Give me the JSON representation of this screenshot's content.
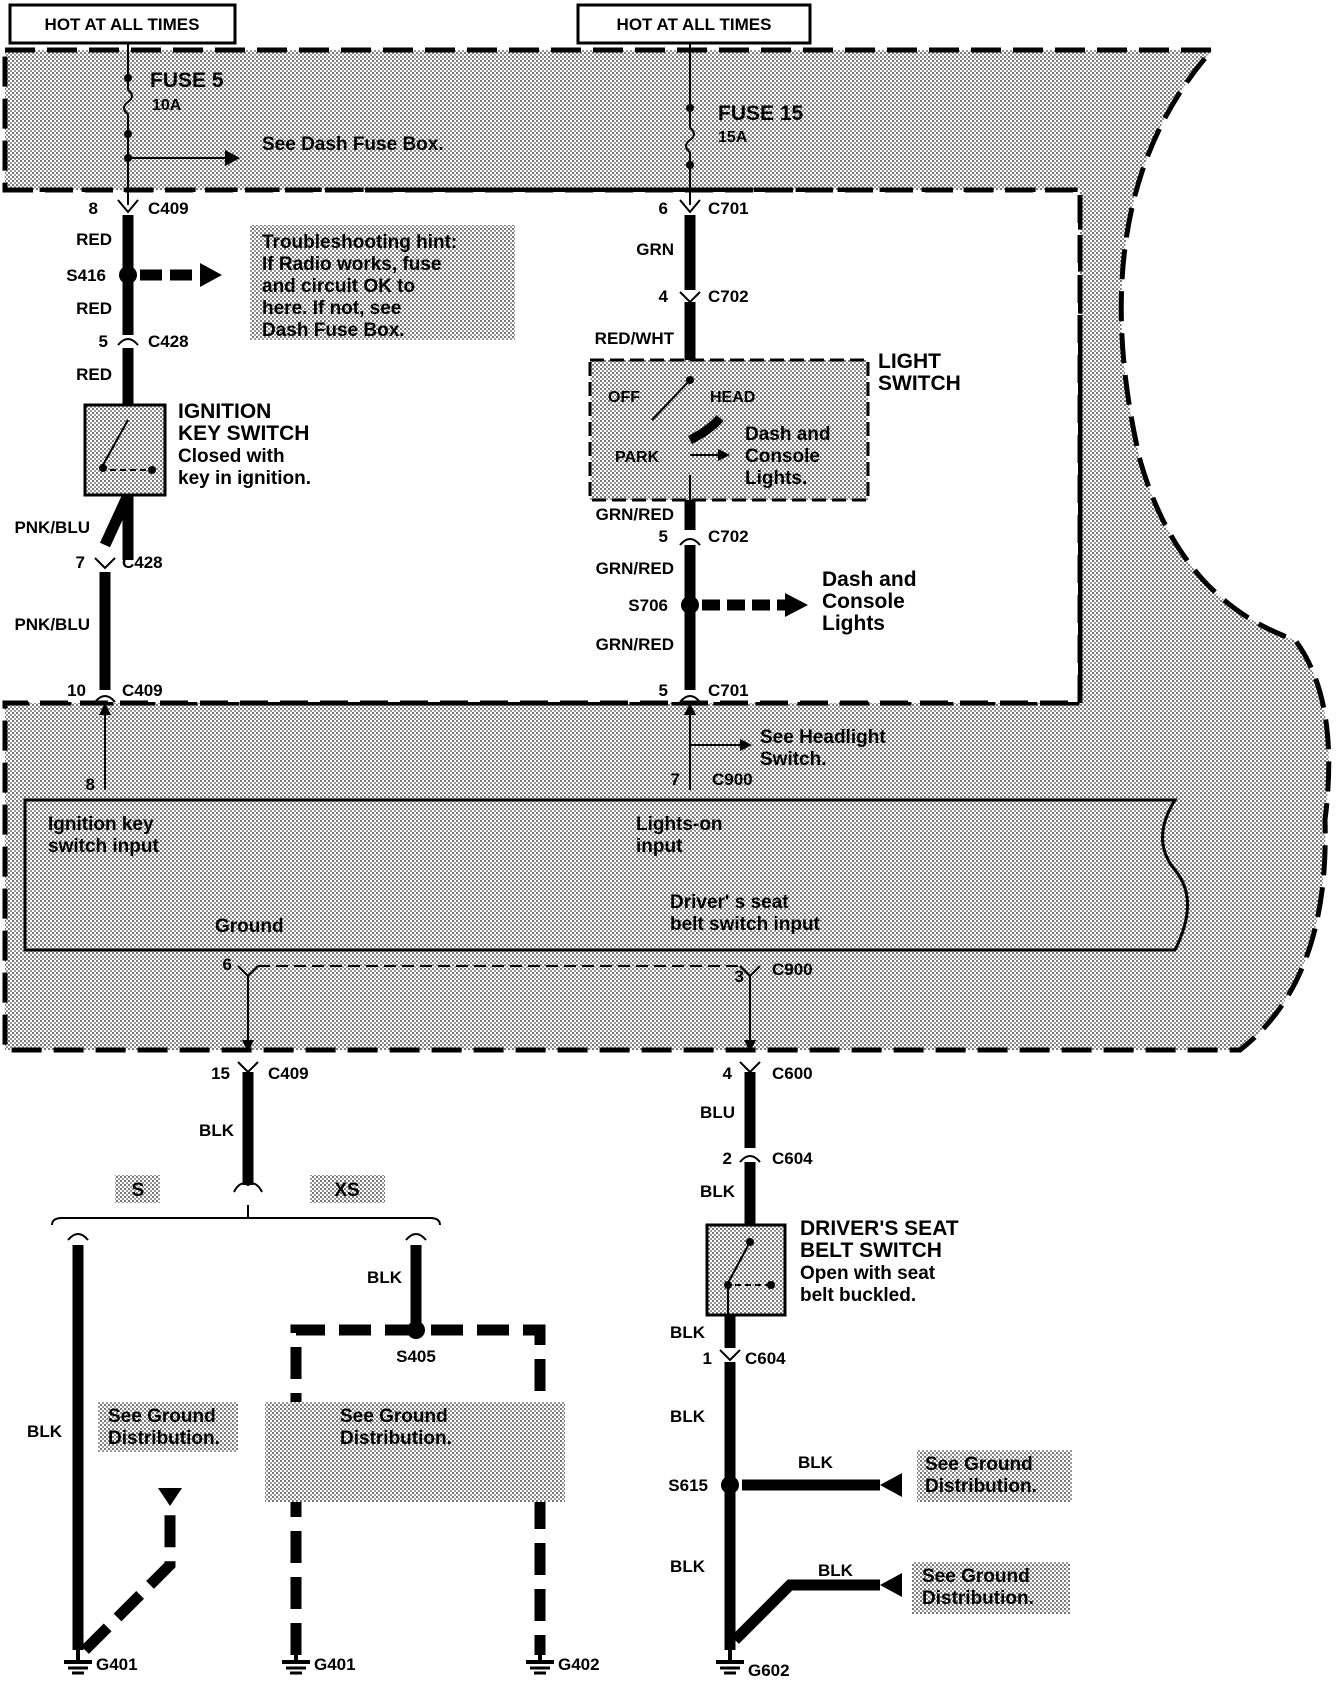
{
  "supply": {
    "hot_left": "HOT AT ALL TIMES",
    "hot_right": "HOT AT ALL TIMES"
  },
  "fuses": {
    "fuse5_name": "FUSE 5",
    "fuse5_rating": "10A",
    "fuse15_name": "FUSE 15",
    "fuse15_rating": "15A",
    "see_dash": "See Dash Fuse Box."
  },
  "hint": {
    "line1": "Troubleshooting hint:",
    "line2": "If Radio works, fuse",
    "line3": "and circuit OK to",
    "line4": "here.  If not,  see",
    "line5": "Dash Fuse Box."
  },
  "left_chain": {
    "c409_top_pin": "8",
    "c409_top": "C409",
    "red1": "RED",
    "s416": "S416",
    "red2": "RED",
    "c428_top_pin": "5",
    "c428_top": "C428",
    "red3": "RED",
    "pnkblu1": "PNK/BLU",
    "c428_bot_pin": "7",
    "c428_bot": "C428",
    "pnkblu2": "PNK/BLU",
    "c409_bot_pin": "10",
    "c409_bot": "C409",
    "c900_pin": "8"
  },
  "ignition": {
    "title1": "IGNITION",
    "title2": "KEY SWITCH",
    "desc1": "Closed with",
    "desc2": "key in ignition."
  },
  "right_chain": {
    "c701_top_pin": "6",
    "c701_top": "C701",
    "grn": "GRN",
    "c702_top_pin": "4",
    "c702_top": "C702",
    "redwht": "RED/WHT",
    "grnred1": "GRN/RED",
    "c702_bot_pin": "5",
    "c702_bot": "C702",
    "grnred2": "GRN/RED",
    "s706": "S706",
    "grnred3": "GRN/RED",
    "c701_bot_pin": "5",
    "c701_bot": "C701",
    "c900_pin": "7",
    "c900": "C900",
    "see_headlight1": "See Headlight",
    "see_headlight2": "Switch."
  },
  "light_switch": {
    "title1": "LIGHT",
    "title2": "SWITCH",
    "off": "OFF",
    "head": "HEAD",
    "park": "PARK",
    "dash1": "Dash and",
    "dash2": "Console",
    "dash3": "Lights."
  },
  "dash_lights": {
    "line1": "Dash and",
    "line2": "Console",
    "line3": "Lights"
  },
  "control_unit": {
    "ign1": "Ignition key",
    "ign2": "switch input",
    "lights1": "Lights-on",
    "lights2": "input",
    "ground": "Ground",
    "seat1": "Driver' s seat",
    "seat2": "belt switch input"
  },
  "bottom_left": {
    "c900_pin6": "6",
    "c409_pin": "15",
    "c409": "C409",
    "blk1": "BLK",
    "s_label": "S",
    "xs_label": "XS",
    "blk2": "BLK",
    "blk3": "BLK",
    "s405": "S405",
    "see_ground1a": "See Ground",
    "see_ground1b": "Distribution.",
    "see_ground2a": "See Ground",
    "see_ground2b": "Distribution.",
    "g401a": "G401",
    "g401b": "G401",
    "g402": "G402"
  },
  "bottom_right": {
    "c900_pin3": "3",
    "c900": "C900",
    "c600_pin": "4",
    "c600": "C600",
    "blu": "BLU",
    "c604_top_pin": "2",
    "c604_top": "C604",
    "blk1": "BLK",
    "blk2": "BLK",
    "c604_bot_pin": "1",
    "c604_bot": "C604",
    "blk3": "BLK",
    "s615": "S615",
    "blk4": "BLK",
    "blk5": "BLK",
    "blk6": "BLK",
    "see_ground1a": "See Ground",
    "see_ground1b": "Distribution.",
    "see_ground2a": "See Ground",
    "see_ground2b": "Distribution.",
    "g602": "G602"
  },
  "seat_switch": {
    "title1": "DRIVER'S SEAT",
    "title2": "BELT SWITCH",
    "desc1": "Open with seat",
    "desc2": "belt buckled."
  }
}
